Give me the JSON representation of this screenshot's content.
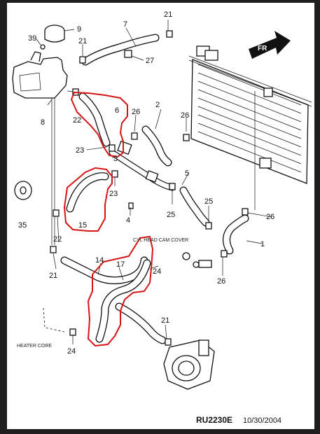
{
  "callouts": [
    "21",
    "7",
    "9",
    "39",
    "21",
    "27",
    "8",
    "22",
    "6",
    "26",
    "2",
    "26",
    "23",
    "3",
    "23",
    "5",
    "15",
    "4",
    "25",
    "25",
    "35",
    "22",
    "26",
    "1",
    "21",
    "14",
    "17",
    "24",
    "26",
    "21",
    "24"
  ],
  "annotations": {
    "fr": "FR",
    "cam_cover": "CYL HEAD CAM COVER",
    "heater_core": "HEATER CORE",
    "diagram_id": "RU2230E",
    "date": "10/30/2004"
  },
  "colors": {
    "background": "#1e1e1e",
    "sheet": "#ffffff",
    "ink": "#111111",
    "highlight": "#d61515"
  }
}
